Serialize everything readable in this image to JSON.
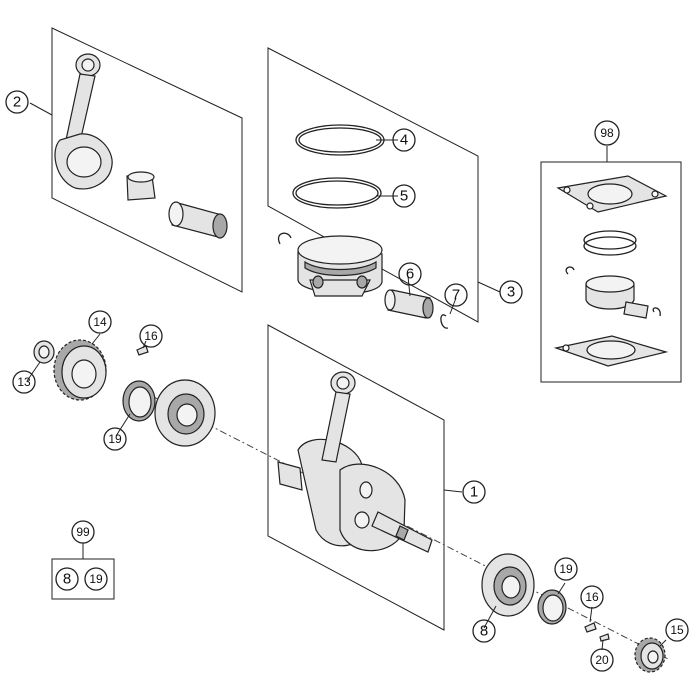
{
  "callouts": {
    "c1": "1",
    "c2": "2",
    "c3": "3",
    "c4": "4",
    "c5": "5",
    "c6": "6",
    "c7": "7",
    "c8_bottom": "8",
    "c13": "13",
    "c14": "14",
    "c15": "15",
    "c16_left": "16",
    "c16_right": "16",
    "c19_left": "19",
    "c19_right": "19",
    "c20": "20",
    "c98": "98",
    "c99": "99",
    "c99_box_a": "8",
    "c99_box_b": "19"
  },
  "colors": {
    "line": "#222222",
    "metal": "#e4e4e4",
    "metal_dark": "#a8a8a8",
    "background": "#ffffff"
  }
}
